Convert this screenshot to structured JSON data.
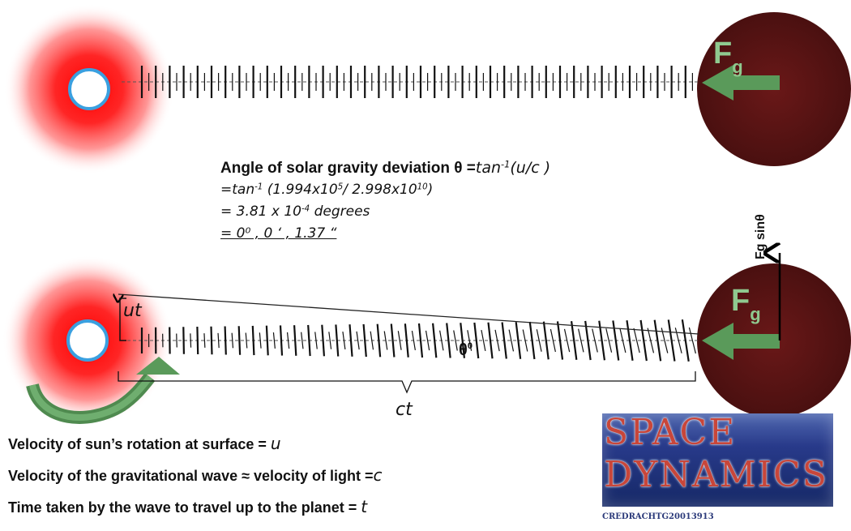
{
  "diagram": {
    "top_force_label": "F",
    "top_force_sub": "g",
    "bottom_force_label": "F",
    "bottom_force_sub": "g",
    "vertical_force_label": "Fg sinθ",
    "ut_label": "ut",
    "theta_label": "θ",
    "theta_degree": "0",
    "ct_label": "ct"
  },
  "equations": {
    "line1_bold": "Angle of solar gravity deviation θ =",
    "line1_hand": "tan",
    "line1_sup": "-1",
    "line1_tail": "(u/c )",
    "line2_pre": "=tan",
    "line2_sup": "-1",
    "line2_num": "(1.994x10",
    "line2_num_sup": "5",
    "line2_mid": "/ 2.998x10",
    "line2_den_sup": "10",
    "line2_end": ")",
    "line3_pre": "= 3.81 x 10",
    "line3_sup": "-4",
    "line3_end": " degrees",
    "line4": "= 0⁰ , 0 ‘ , 1.37 “"
  },
  "legend": {
    "row1_bold": "Velocity of sun’s rotation at surface = ",
    "row1_sym": "u",
    "row2_bold": "Velocity of the gravitational wave  ≈ velocity of light =",
    "row2_sym": "c",
    "row3_bold": "Time taken by the wave to travel up to the planet = ",
    "row3_sym": "t"
  },
  "logo": {
    "word1": "SPACE",
    "word2": "DYNAMICS",
    "credit": "CREDRACHTG20013913"
  },
  "colors": {
    "sun_glow": "#ff1a1a",
    "sun_core_stroke": "#3aa0e0",
    "planet": "#5a1414",
    "force_arrow": "#5a9a5a",
    "logo_text": "#c8463a",
    "logo_bg": "#283a8a"
  }
}
